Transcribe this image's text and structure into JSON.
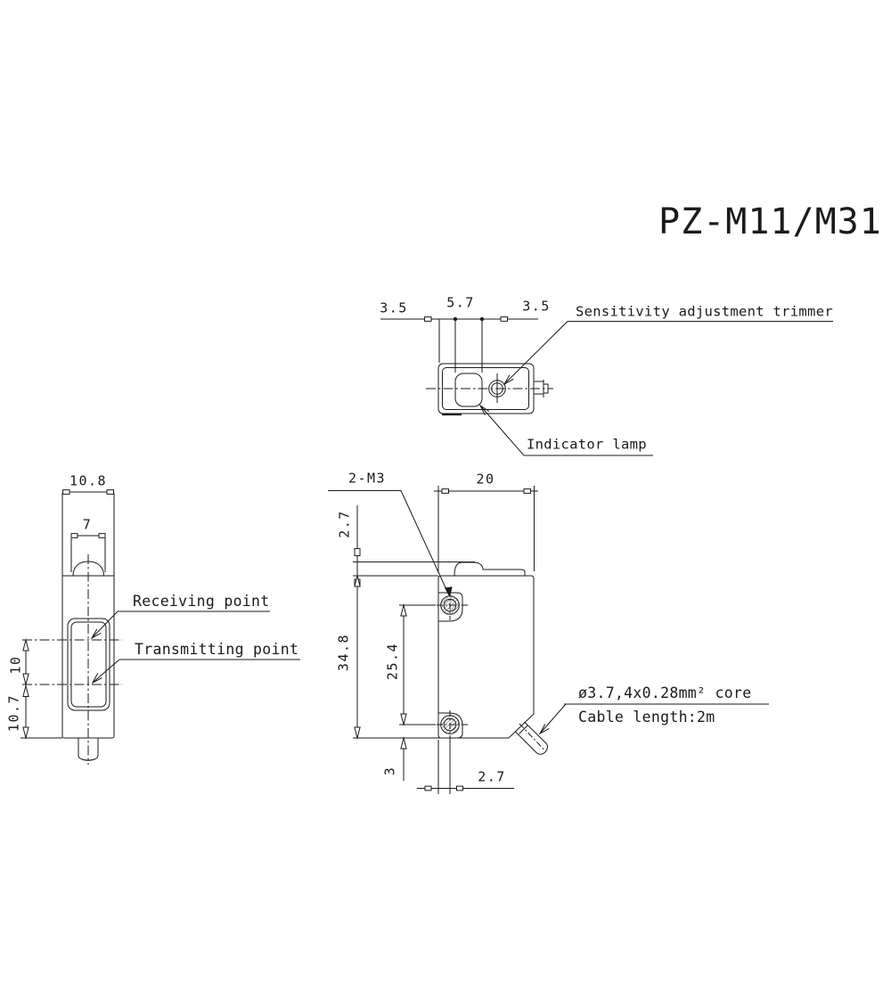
{
  "title": "PZ-M11/M31",
  "top_view": {
    "dim_left": "3.5",
    "dim_middle": "5.7",
    "dim_right": "3.5",
    "trimmer_label": "Sensitivity adjustment trimmer",
    "lamp_label": "Indicator lamp"
  },
  "side_view": {
    "dim_width": "10.8",
    "dim_lens_width": "7",
    "dim_receive": "10",
    "dim_transmit": "10.7",
    "receiving_label": "Receiving point",
    "transmitting_label": "Transmitting point"
  },
  "front_view": {
    "dim_screw": "2-M3",
    "dim_width": "20",
    "dim_top_offset": "2.7",
    "dim_height": "34.8",
    "dim_hole_pitch": "25.4",
    "dim_hole_bottom": "3",
    "dim_hole_inset": "2.7",
    "cable_spec_label": "ø3.7,4x0.28mm² core",
    "cable_length_label": "Cable length:2m"
  },
  "colors": {
    "line": "#1a1a1a",
    "background": "#ffffff"
  }
}
